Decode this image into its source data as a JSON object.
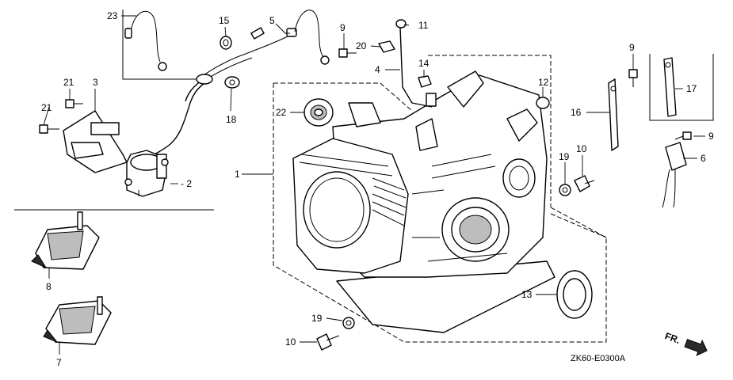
{
  "callouts": {
    "p23": "23",
    "p15": "15",
    "p5": "5",
    "p9a": "9",
    "p11": "11",
    "p20": "20",
    "p14": "14",
    "p4": "4",
    "p21a": "21",
    "p3": "3",
    "p21b": "21",
    "p18": "18",
    "p22": "22",
    "p12": "12",
    "p2": "- 2",
    "p1": "1",
    "p8": "8",
    "p7": "7",
    "p13": "13",
    "p19a": "19",
    "p10a": "10",
    "p19b": "19",
    "p10b": "10",
    "p9b": "9",
    "p16": "16",
    "p17": "17",
    "p9c": "9",
    "p6": "6"
  },
  "diagram_code": "ZK60-E0300A",
  "front_marker": "FR.",
  "colors": {
    "line": "#000000",
    "background": "#ffffff",
    "shade": "#2a2a2a",
    "fill_grey": "#bdbdbd"
  }
}
